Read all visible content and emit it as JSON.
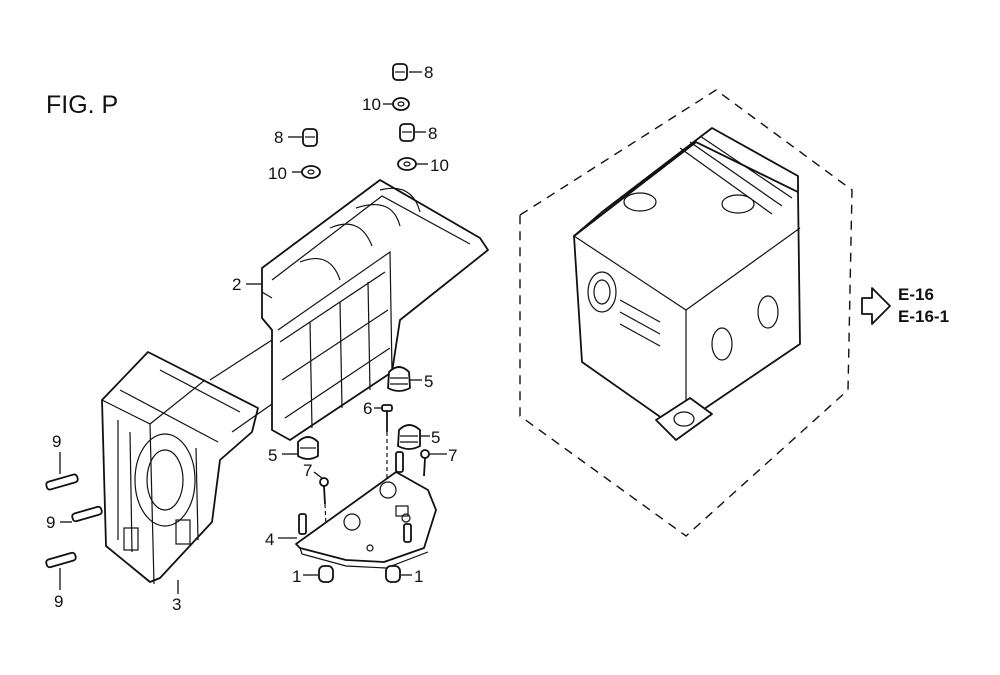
{
  "figure_title": "FIG. P",
  "callouts": {
    "c1a": "1",
    "c1b": "1",
    "c2": "2",
    "c3": "3",
    "c4": "4",
    "c5a": "5",
    "c5b": "5",
    "c5c": "5",
    "c6": "6",
    "c7a": "7",
    "c7b": "7",
    "c8a": "8",
    "c8b": "8",
    "c8c": "8",
    "c9a": "9",
    "c9b": "9",
    "c9c": "9",
    "c10a": "10",
    "c10b": "10",
    "c10c": "10"
  },
  "references": [
    "E-16",
    "E-16-1"
  ],
  "icons": {
    "reference_arrow": "hollow-right-arrow-icon"
  }
}
